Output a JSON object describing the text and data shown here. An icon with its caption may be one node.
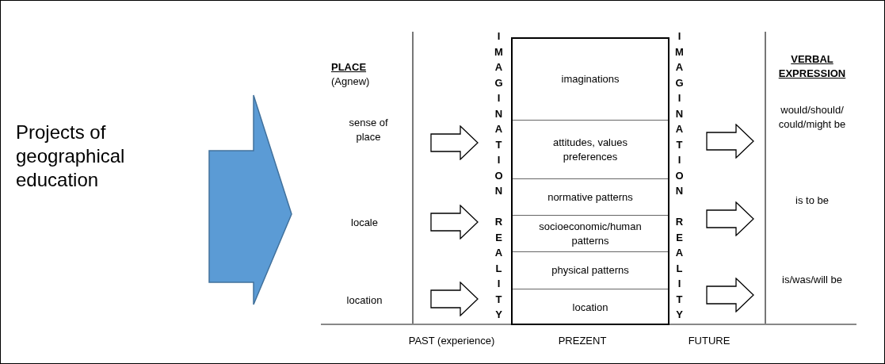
{
  "diagram": {
    "nodes": [
      {
        "text": [],
        "shape": "box"
      },
      {
        "text": [
          "imaginations"
        ],
        "in": 0
      },
      {
        "text": [
          "attitudes, values preferences"
        ],
        "in": 0
      },
      {
        "text": [
          "normative patterns"
        ],
        "in": 0
      },
      {
        "text": [
          "socioeconomic/human patterns"
        ],
        "in": 0
      },
      {
        "text": [
          "physical patterns"
        ],
        "in": 0
      },
      {
        "text": [
          "location"
        ],
        "in": 0
      }
    ],
    "labels": [
      "Projects of geographical education",
      "PLACE",
      "(Agnew)",
      "sense of place",
      "locale",
      "location",
      "IMAGINATION",
      "REALITY",
      "IMAGINATION",
      "REALITY",
      "VERBAL EXPRESSION",
      "would/should/ could/might be",
      "is to be",
      "is/was/will be",
      "PAST (experience)",
      "PREZENT",
      "FUTURE"
    ]
  }
}
